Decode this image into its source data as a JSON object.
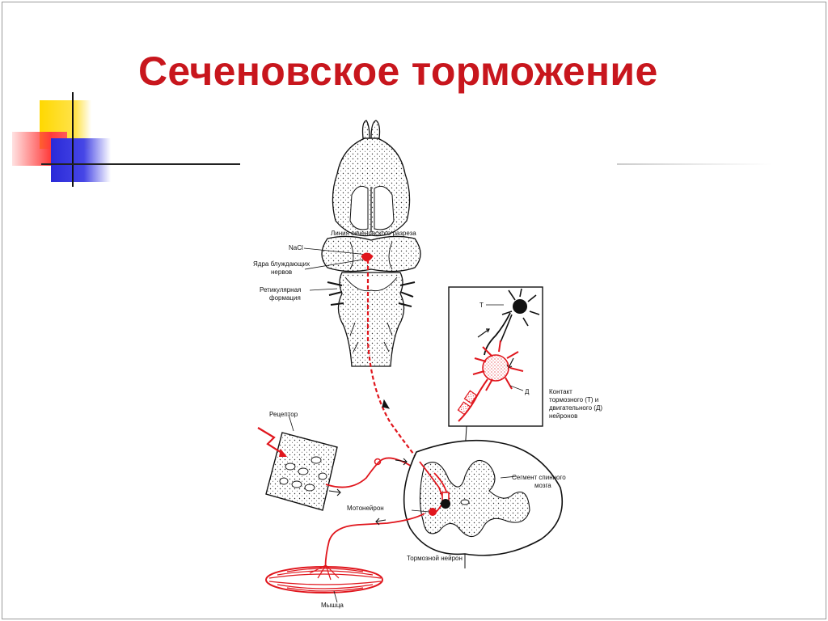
{
  "slide": {
    "title": "Сеченовское торможение"
  },
  "labels": {
    "cut_line": "Линия сеченовского разреза",
    "nacl": "NaCl",
    "vagus_nuclei_line1": "Ядра блуждающих",
    "vagus_nuclei_line2": "нервов",
    "reticular_line1": "Ретикулярная",
    "reticular_line2": "формация",
    "receptor": "Рецептор",
    "motoneuron": "Мотонейрон",
    "inhibitory_neuron": "Тормозной нейрон",
    "muscle": "Мышца",
    "spinal_segment_line1": "Сегмент спинного",
    "spinal_segment_line2": "мозга",
    "contact_line1": "Контакт",
    "contact_line2": "тормозного (Т) и",
    "contact_line3": "двигательного (Д)",
    "contact_line4": "нейронов",
    "neuron_t": "Т",
    "neuron_d": "Д"
  },
  "colors": {
    "title": "#c8161d",
    "pathway": "#e0161d",
    "ink": "#111111",
    "deco_yellow": "#ffd800",
    "deco_red": "#ff3b3b",
    "deco_blue": "#2a2ad8"
  }
}
